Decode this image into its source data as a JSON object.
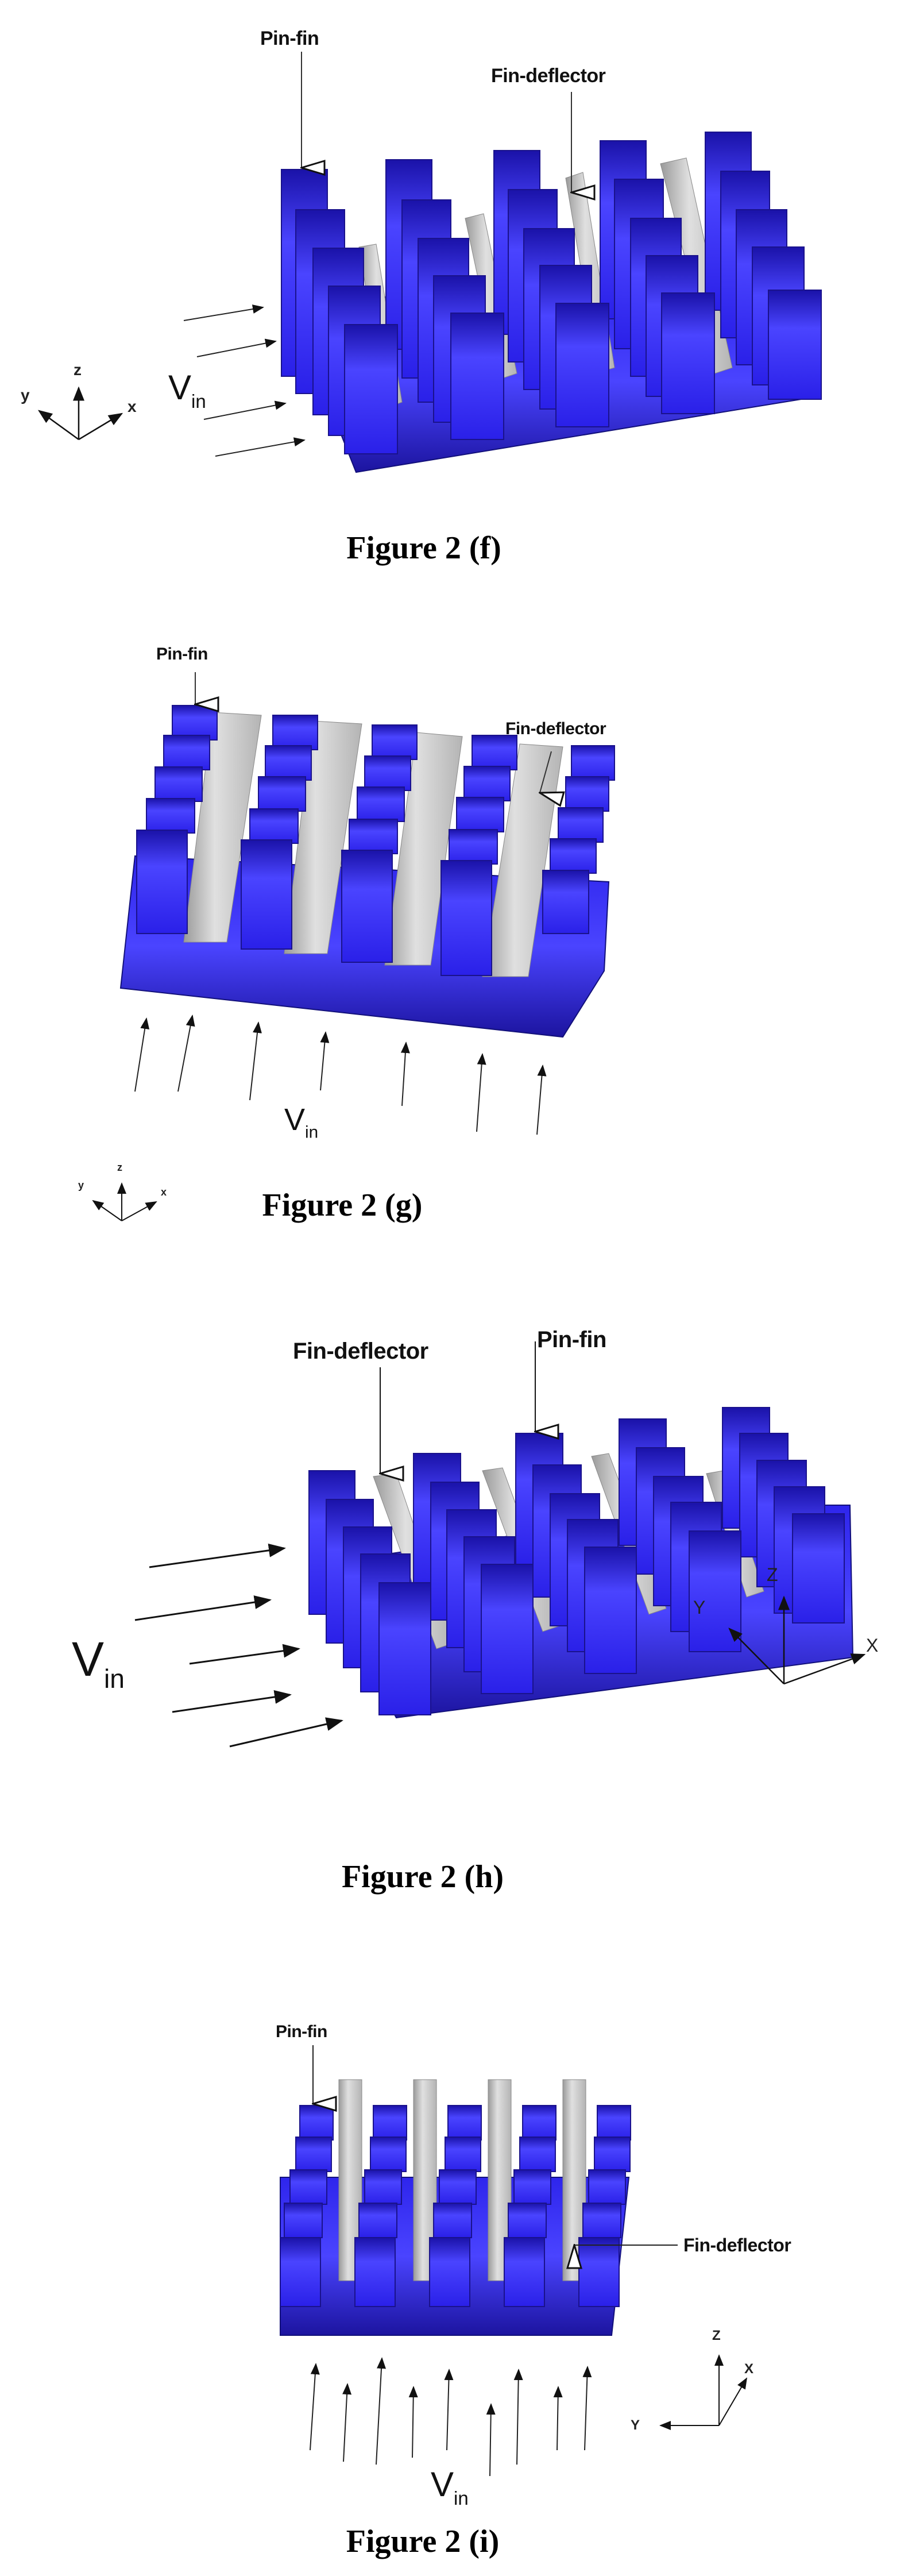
{
  "figure": {
    "panels": [
      {
        "id": "f",
        "caption": "Figure 2 (f)",
        "labels": {
          "pin_fin": "Pin-fin",
          "fin_deflector": "Fin-deflector"
        },
        "inlet_velocity": {
          "symbol": "V",
          "subscript": "in"
        },
        "axes": {
          "x": "x",
          "y": "y",
          "z": "z"
        },
        "flow_direction": "along +x (oblique view)",
        "pin_fin_grid": "5 x 5",
        "arrow_count": 4
      },
      {
        "id": "g",
        "caption": "Figure 2 (g)",
        "labels": {
          "pin_fin": "Pin-fin",
          "fin_deflector": "Fin-deflector"
        },
        "inlet_velocity": {
          "symbol": "V",
          "subscript": "in"
        },
        "axes": {
          "x": "x",
          "y": "y",
          "z": "z"
        },
        "flow_direction": "along +y (front view)",
        "pin_fin_grid": "5 x 5",
        "arrow_count": 7
      },
      {
        "id": "h",
        "caption": "Figure 2 (h)",
        "labels": {
          "pin_fin": "Pin-fin",
          "fin_deflector": "Fin-deflector"
        },
        "inlet_velocity": {
          "symbol": "V",
          "subscript": "in"
        },
        "axes": {
          "x": "X",
          "y": "Y",
          "z": "Z"
        },
        "flow_direction": "along +x (oblique view)",
        "pin_fin_grid": "5 x 5",
        "arrow_count": 5
      },
      {
        "id": "i",
        "caption": "Figure 2 (i)",
        "labels": {
          "pin_fin": "Pin-fin",
          "fin_deflector": "Fin-deflector"
        },
        "inlet_velocity": {
          "symbol": "V",
          "subscript": "in"
        },
        "axes": {
          "x": "X",
          "y": "Y",
          "z": "Z"
        },
        "flow_direction": "along +x (front view)",
        "pin_fin_grid": "5 x 5",
        "arrow_count": 9
      }
    ],
    "colors": {
      "pin_fin_blue": "#2a1fe0",
      "pin_fin_dark": "#16109a",
      "pin_fin_highlight": "#5a55ff",
      "deflector_gray": "#c8c8c8",
      "deflector_shadow": "#8e8e8e",
      "text": "#111111",
      "background": "#ffffff"
    }
  }
}
